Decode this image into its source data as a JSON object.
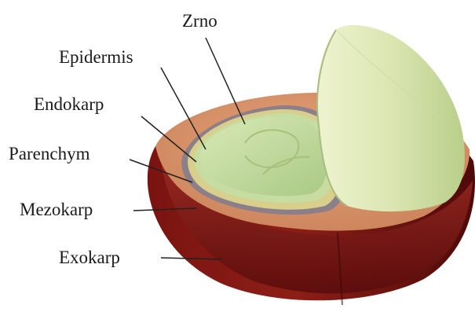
{
  "labels": {
    "zrno": "Zrno",
    "epidermis": "Epidermis",
    "endokarp": "Endokarp",
    "parenchym": "Parenchym",
    "mezokarp": "Mezokarp",
    "exokarp": "Exokarp"
  },
  "colors": {
    "exocarp_dark": "#5e0c0c",
    "exocarp_mid": "#8a1c16",
    "exocarp_light": "#a8302a",
    "mesocarp": "#d8946a",
    "parenchyma": "#8c7f8a",
    "endocarp": "#d8cf8c",
    "epidermis": "#c7dca0",
    "bean": "#bcd89a",
    "bean_light": "#e2ecbf",
    "leader_line": "#222222"
  }
}
